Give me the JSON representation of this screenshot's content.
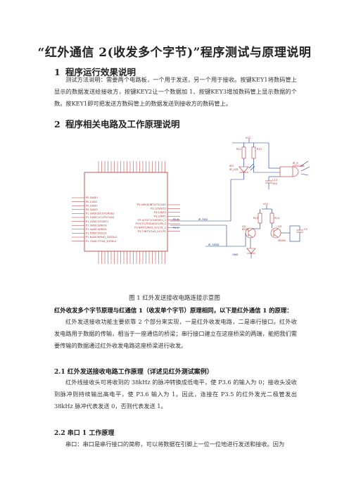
{
  "doc": {
    "title": "“红外通信 2(收发多个字节)”程序测试与原理说明",
    "section1": {
      "num": "1",
      "heading": "程序运行效果说明",
      "body": "测试方法说明：需要两个电路板，一个用于发送，另一个用于接收。按键KEY1将数码管上显示的数据发送给接收方，按键KEY2让一个数据加 1、按键KEY3增加数码管上显示数据的个数。按KEY1即可把发送方数码管上的数据发送到接收方的数码管上。"
    },
    "section2": {
      "num": "2",
      "heading": "程序相关电路及工作原理说明",
      "caption": "图 1  红外发送接收电路连接示意图",
      "bold_intro": "红外收发多个字节原理与红通信 1（收发单个字节）原理相同，以下是红外通信 1 的原理：",
      "body": "红外发送接收功能主要依靠 2 个部分来实现，一是红外收发电路，二是串行接口。红外收发电路用于数据的传输，相当于一座通信的桥梁；串行接口建立在这座桥梁的两端，能把我们需要传输的数据通过红外收发电路这座桥梁进行收发。",
      "sub1_heading": "2.1 红外发送接收电路工作原理（详述见红外测试案例）",
      "sub1_body": "红外线接收头可将收到的 38kHz 的脉冲转换成低电平，使 P3.6 的输入为 0；接收头没收到脉冲则持续输出高电平，使 P3.6 输入为 1。因此，连接在 P3.5 的红外发光二极管发出 38kHz 脉冲代表发送 0，否则代表发送 1。",
      "sub2_heading": "2.2 串口 1 工作原理",
      "sub2_body": "串口：串口是串行接口的简称，可以将数据在引脚上一位一位地进行发送和接收。因为"
    },
    "schematic": {
      "chip_left_pins": [
        "P0.0/AD0",
        "P0.1/AD1",
        "P0.2/AD2",
        "P0.3/AD3",
        "P1.0/ADC0/CCP1/RxD2",
        "P1.1/ADC1/CCP0/TxD2",
        "P1.2/ADC2/SS/ECI",
        "P1.3/ADC3/MOSI",
        "P1.4/ADC4/MISO",
        "P1.5/ADC5/SCLK",
        "P1.6/ADC6/RxD_3/XTAL2",
        "P1.7/ADC7/TxD_3/XTAL1"
      ],
      "chip_right_pins": [
        "P3.0/RxD/INT4/T2CLKO",
        "P3.1/TxD/T2",
        "P3.2/INT0",
        "P3.3/INT1",
        "P3.4/T0/T1CLKO/ECI_2",
        "P3.5/T1/T0CLKO/CCP0_2",
        "P3.6/INT2/RxD_2/CCP1_2",
        "P3.7/INT3/TxD_2/CCP2"
      ],
      "net_labels": [
        "VCC",
        "GND",
        "IR_SEND",
        "IR_RXD",
        "P3.5",
        "P3.6"
      ],
      "part_labels": [
        "R11",
        "R12",
        "IR3",
        "IR_LED",
        "IR_R",
        "HS0038B",
        "C13",
        "104",
        "Q2",
        "8550",
        "R13",
        "R14",
        "C9",
        "Q3",
        "S8050"
      ]
    }
  }
}
